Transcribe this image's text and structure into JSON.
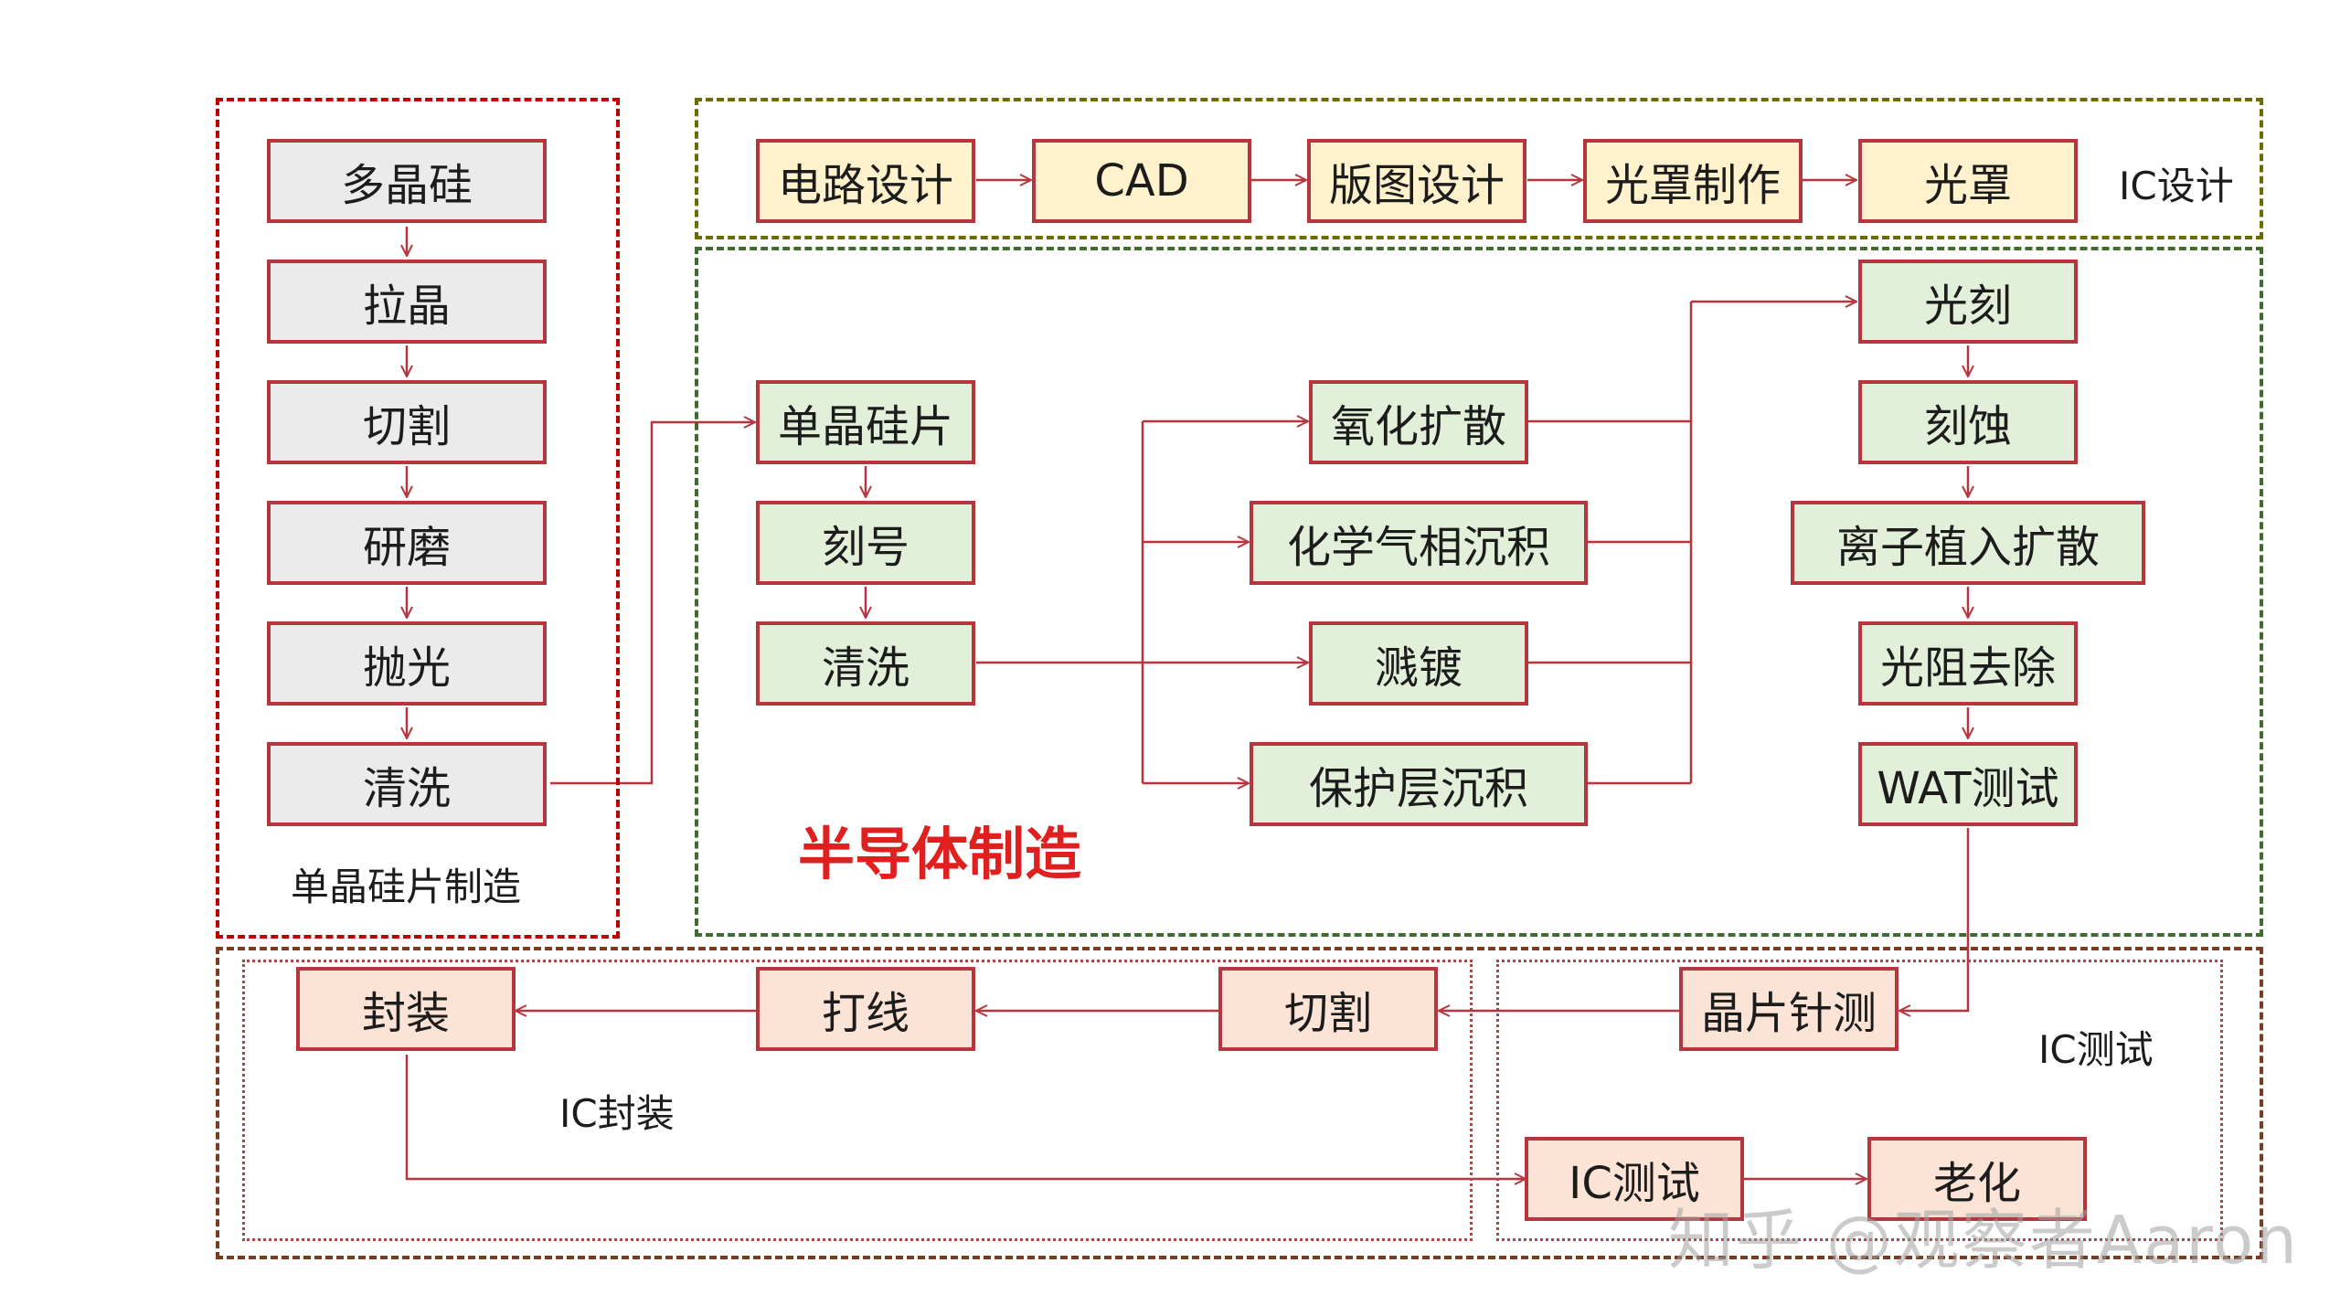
{
  "section_labels": {
    "wafer": "单晶硅片制造",
    "ic_design": "IC设计",
    "fab": "半导体制造",
    "packaging": "IC封装",
    "testing": "IC测试"
  },
  "wafer_steps": [
    "多晶硅",
    "拉晶",
    "切割",
    "研磨",
    "抛光",
    "清洗"
  ],
  "design_steps": [
    "电路设计",
    "CAD",
    "版图设计",
    "光罩制作",
    "光罩"
  ],
  "fab_prep_steps": [
    "单晶硅片",
    "刻号",
    "清洗"
  ],
  "fab_process_steps": [
    "氧化扩散",
    "化学气相沉积",
    "溅镀",
    "保护层沉积"
  ],
  "fab_litho_steps": [
    "光刻",
    "刻蚀",
    "离子植入扩散",
    "光阻去除",
    "WAT测试"
  ],
  "packaging_steps": [
    "封装",
    "打线",
    "切割"
  ],
  "test_steps": [
    "晶片针测",
    "IC测试",
    "老化"
  ],
  "watermark": "知乎 @观察者Aaron",
  "colors": {
    "box_border": "#b5363f",
    "wafer_fill": "#ebebeb",
    "design_fill": "#fff2cc",
    "fab_fill": "#e2efd9",
    "backend_fill": "#fbe4d5",
    "fab_title": "#e01f1f",
    "arrow": "#b5363f"
  }
}
